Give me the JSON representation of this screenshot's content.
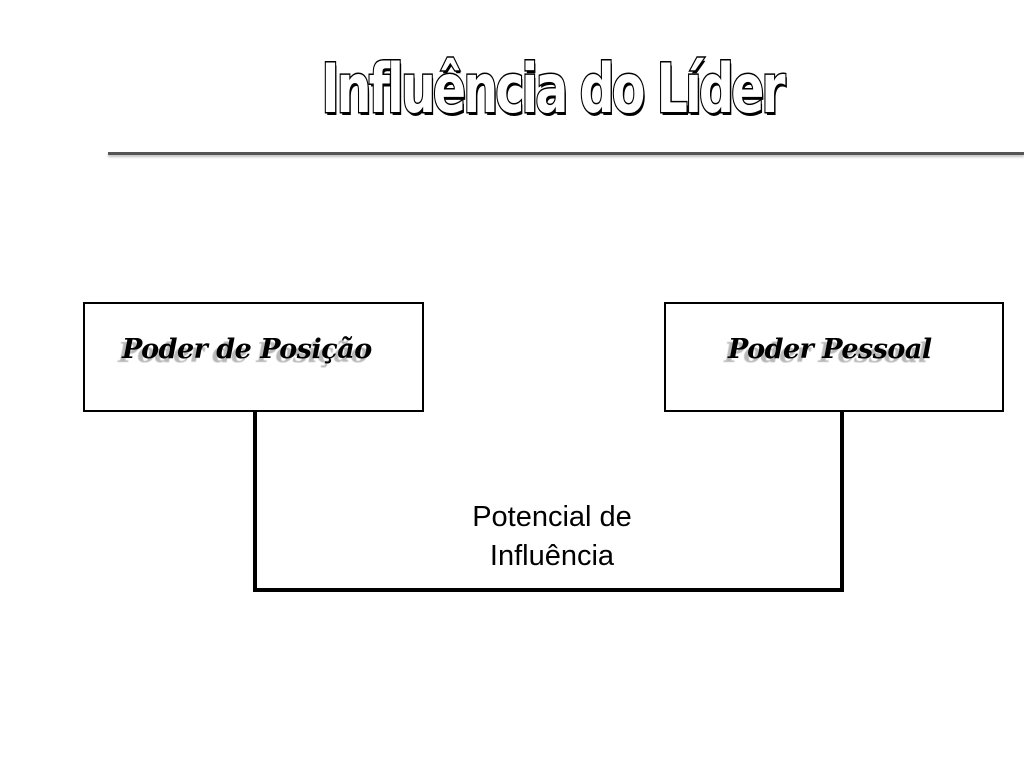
{
  "slide": {
    "title": "Influência do Líder"
  },
  "diagram": {
    "left_box": {
      "label": "Poder de Posição"
    },
    "right_box": {
      "label": "Poder Pessoal"
    },
    "connector_label": {
      "line1": "Potencial de",
      "line2": "Influência"
    },
    "colors": {
      "stroke": "#000000",
      "box_fill": "#ffffff",
      "rule": "#555555"
    }
  }
}
